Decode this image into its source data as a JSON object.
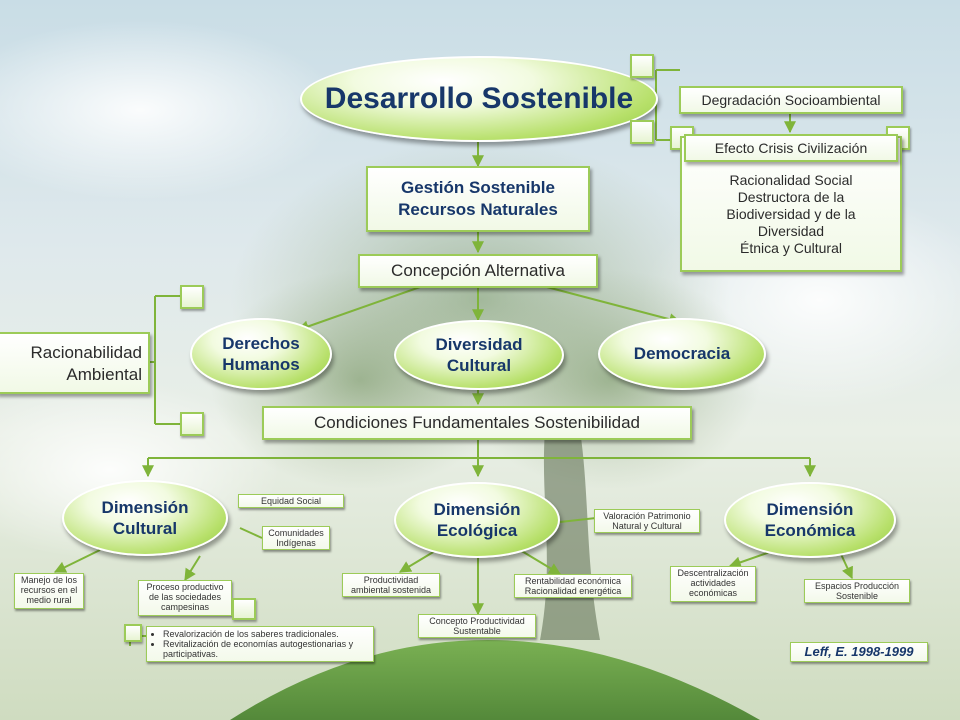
{
  "title": "Desarrollo Sostenible",
  "top_right": {
    "degradacion": "Degradación Socioambiental",
    "efecto": "Efecto Crisis Civilización",
    "racionalidad": [
      "Racionalidad Social",
      "Destructora de la",
      "Biodiversidad y de la",
      "Diversidad",
      "Étnica y Cultural"
    ]
  },
  "gestion": [
    "Gestión Sostenible",
    "Recursos Naturales"
  ],
  "concepcion": "Concepción Alternativa",
  "racionabilidad": [
    "Racionabilidad",
    "Ambiental"
  ],
  "pillars": {
    "derechos": [
      "Derechos",
      "Humanos"
    ],
    "diversidad": [
      "Diversidad",
      "Cultural"
    ],
    "democracia": "Democracia"
  },
  "condiciones": "Condiciones Fundamentales Sostenibilidad",
  "dimensions": {
    "cultural": [
      "Dimensión",
      "Cultural"
    ],
    "ecologica": [
      "Dimensión",
      "Ecológica"
    ],
    "economica": [
      "Dimensión",
      "Económica"
    ]
  },
  "cultural_notes": {
    "equidad": "Equidad Social",
    "comunidades": [
      "Comunidades",
      "Indígenas"
    ],
    "manejo": [
      "Manejo de los",
      "recursos en el",
      "medio rural"
    ],
    "proceso": [
      "Proceso productivo",
      "de las sociedades",
      "campesinas"
    ],
    "bullets": [
      "Revalorización de los saberes tradicionales.",
      "Revitalización de economías autogestionarias y participativas."
    ]
  },
  "ecologica_notes": {
    "valoracion": [
      "Valoración Patrimonio",
      "Natural y Cultural"
    ],
    "productividad": [
      "Productividad",
      "ambiental sostenida"
    ],
    "rentabilidad": [
      "Rentabilidad económica",
      "Racionalidad energética"
    ],
    "concepto": [
      "Concepto Productividad",
      "Sustentable"
    ]
  },
  "economica_notes": {
    "descentralizacion": [
      "Descentralización",
      "actividades",
      "económicas"
    ],
    "espacios": [
      "Espacios Producción",
      "Sostenible"
    ]
  },
  "citation": "Leff, E. 1998-1999"
}
